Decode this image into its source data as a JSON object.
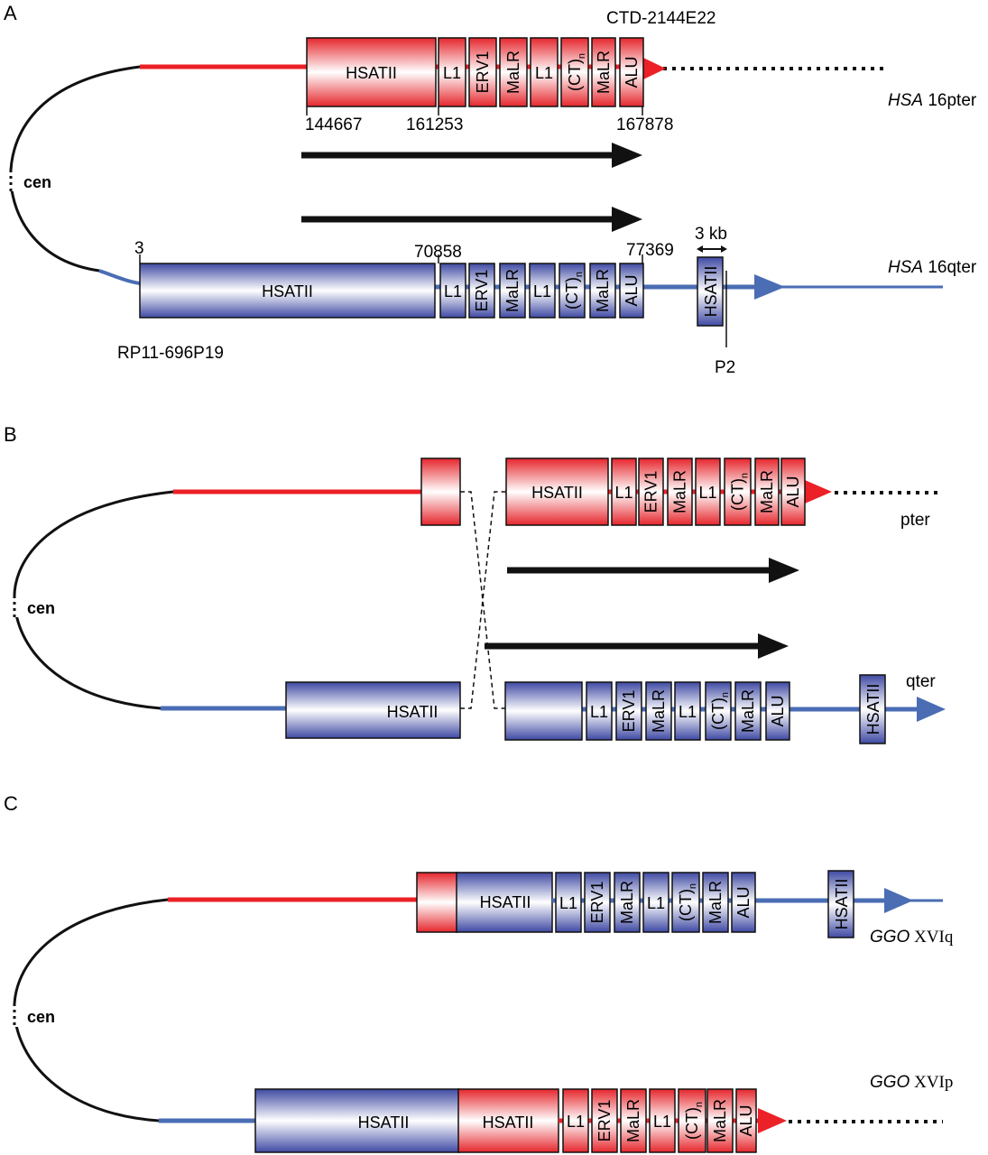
{
  "colors": {
    "red": "#ec2027",
    "blue": "#4a6db4",
    "box_red": "#e02a2f",
    "box_blue": "#4550a8",
    "black": "#111111"
  },
  "panels": {
    "a": {
      "label": "A",
      "cen": "cen",
      "top_clone": "CTD-2144E22",
      "bottom_clone": "RP11-696P19",
      "top_chrom_italic": "HSA",
      "top_chrom": " 16pter",
      "bottom_chrom_italic": "HSA",
      "bottom_chrom": " 16qter",
      "top_coords": [
        "144667",
        "161253",
        "167878"
      ],
      "bottom_coords": [
        "3",
        "70858",
        "77369"
      ],
      "scale": "3 kb",
      "probe": "P2"
    },
    "b": {
      "label": "B",
      "cen": "cen",
      "top_chrom": "pter",
      "bottom_chrom": "qter"
    },
    "c": {
      "label": "C",
      "cen": "cen",
      "top_chrom_italic": "GGO",
      "top_chrom": " XVIq",
      "bottom_chrom_italic": "GGO",
      "bottom_chrom": " XVIp"
    }
  },
  "repeats": {
    "hsatii": "HSATII",
    "l1": "L1",
    "erv1": "ERV1",
    "malr": "MaLR",
    "ct_main": "(CT)",
    "ct_sub": "n",
    "alu": "ALU"
  }
}
